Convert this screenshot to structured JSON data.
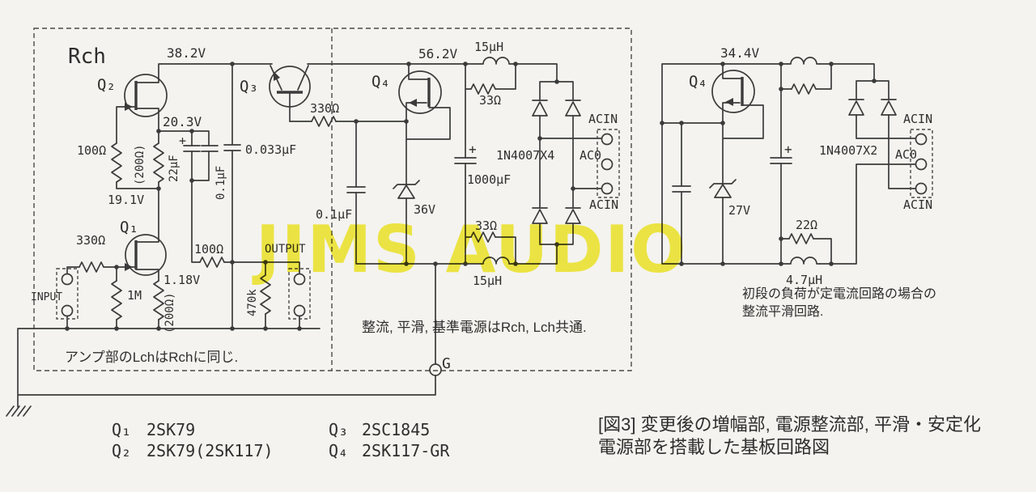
{
  "watermark": "JIMS AUDIO",
  "amplifier": {
    "channel": "Rch",
    "rail_voltage": "38.2V",
    "q2_ref": "Q₂",
    "q3_ref": "Q₃",
    "q1_ref": "Q₁",
    "q2_source_voltage": "20.3V",
    "q1_drain_voltage": "19.1V",
    "q1_source_voltage": "1.18V",
    "r_gate2": "100Ω",
    "r_source2": "(200Ω)",
    "c_bypass_plus": "+",
    "c_bypass1": "22μF",
    "c_bypass2": "0.1μF",
    "c_rail": "0.033μF",
    "r_input": "330Ω",
    "input_label": "INPUT",
    "r_gate1": "1M",
    "r_source1": "(200Ω)",
    "r_output": "100Ω",
    "output_label": "OUTPUT",
    "r_load": "470k",
    "note": "アンプ部のLchはRchに同じ."
  },
  "psu_main": {
    "rail_voltage": "56.2V",
    "q4_ref": "Q₄",
    "r_base": "330Ω",
    "c_gate": "0.1μF",
    "zener": "36V",
    "choke_top": "15μH",
    "r_choke_top": "33Ω",
    "cap_plus": "+",
    "cap_main": "1000μF",
    "r_choke_bottom": "33Ω",
    "choke_bottom": "15μH",
    "diodes": "1N4007X4",
    "ac_in_top": "ACIN",
    "ac_zero": "AC0",
    "ac_in_bottom": "ACIN",
    "ground_label": "G",
    "note": "整流, 平滑, 基準電源はRch, Lch共通."
  },
  "psu_alt": {
    "rail_voltage": "34.4V",
    "q4_ref": "Q₄",
    "zener": "27V",
    "cap_plus": "+",
    "diodes": "1N4007X2",
    "ac_in_top": "ACIN",
    "ac_zero": "AC0",
    "ac_in_bottom": "ACIN",
    "r_filter": "22Ω",
    "choke": "4.7μH",
    "note_line1": "初段の負荷が定電流回路の場合の",
    "note_line2": "整流平滑回路."
  },
  "legend": {
    "q1_ref": "Q₁",
    "q1_part": "2SK79",
    "q2_ref": "Q₂",
    "q2_part": "2SK79(2SK117)",
    "q3_ref": "Q₃",
    "q3_part": "2SC1845",
    "q4_ref": "Q₄",
    "q4_part": "2SK117-GR"
  },
  "caption": {
    "line1": "[図3] 変更後の増幅部, 電源整流部, 平滑・安定化",
    "line2": "電源部を搭載した基板回路図"
  }
}
